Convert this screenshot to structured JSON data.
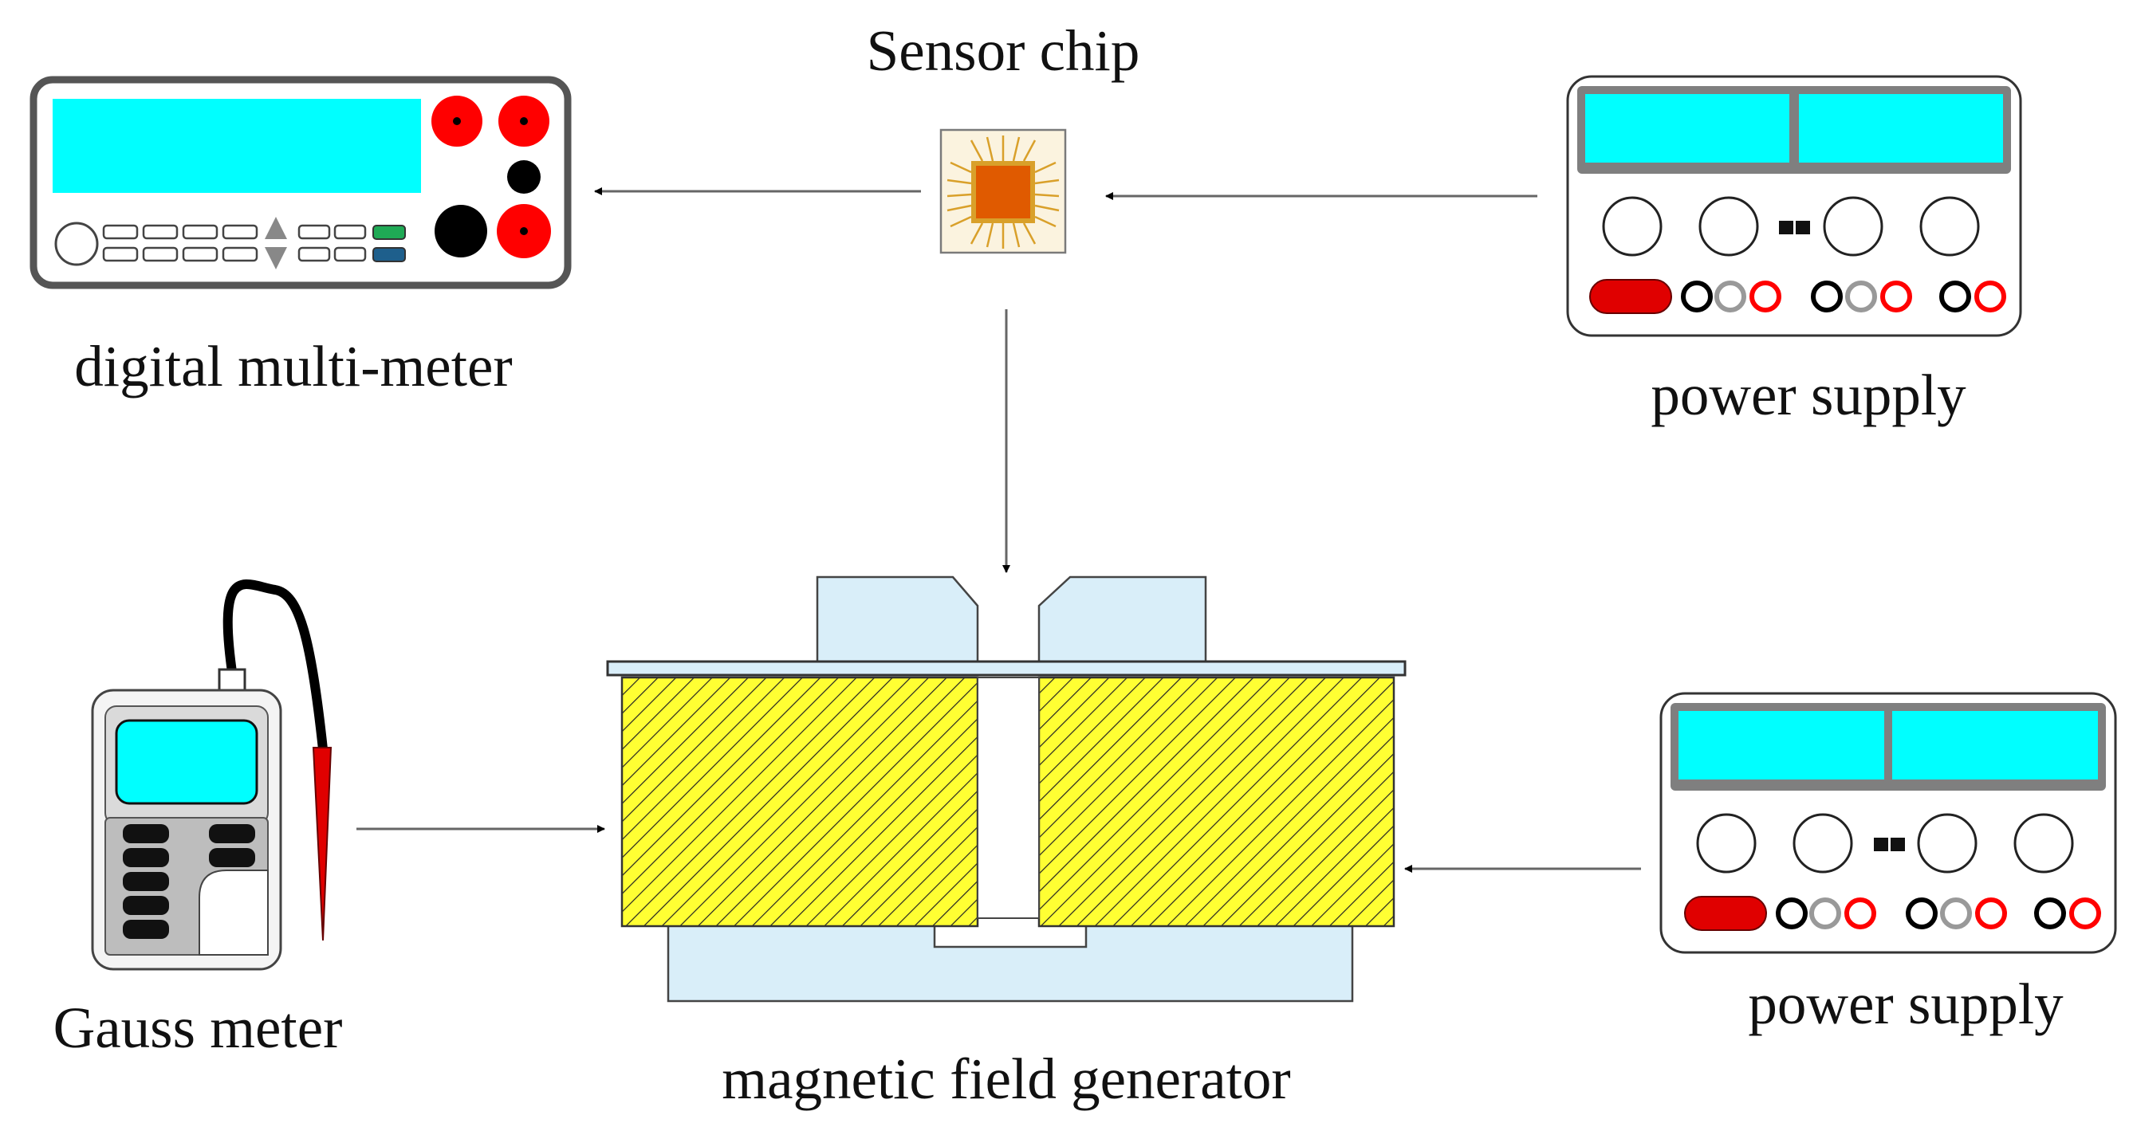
{
  "labels": {
    "sensor_chip": "Sensor chip",
    "multimeter": "digital multi-meter",
    "power_supply_top": "power supply",
    "power_supply_bottom": "power supply",
    "gauss_meter": "Gauss meter",
    "field_generator": "magnetic field generator"
  },
  "colors": {
    "display": "#00FFFF",
    "terminal_red": "#FF0000",
    "coil_yellow": "#FFFF33",
    "pole_blue": "#D9EEF9",
    "chip_core": "#E05A00",
    "chip_pins": "#D9A02A",
    "chip_bg": "#FBF3DF",
    "button_green": "#1FAA55",
    "button_blue": "#1E5F8C"
  },
  "icons": [
    "multimeter-icon",
    "sensor-chip-icon",
    "power-supply-icon",
    "gauss-meter-icon",
    "magnetic-field-generator-icon",
    "arrow-icon"
  ]
}
